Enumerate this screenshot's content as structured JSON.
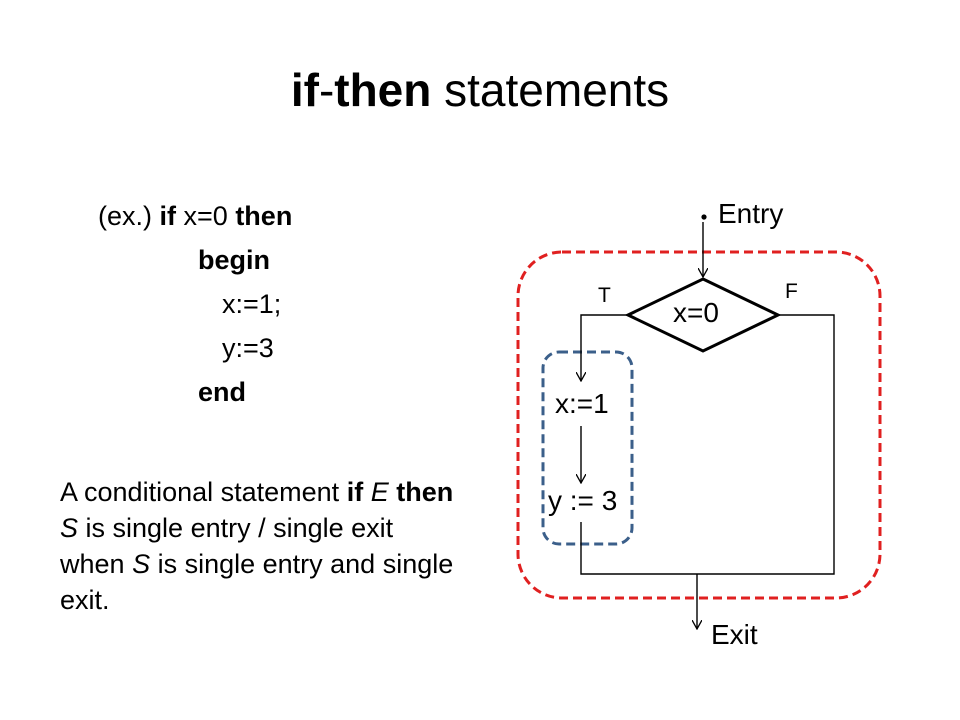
{
  "title": {
    "kw_if": "if",
    "hyphen": "-",
    "kw_then": "then",
    "rest": " statements"
  },
  "code": {
    "ex_prefix": "(ex.) ",
    "kw_if": "if",
    "cond": " x=0 ",
    "kw_then": "then",
    "kw_begin": "begin",
    "stmt1": "x:=1;",
    "stmt2": "y:=3",
    "kw_end": "end"
  },
  "paragraph": {
    "p1": "A conditional statement ",
    "kw_if": "if",
    "p2": " ",
    "var_e": "E",
    "p3": " ",
    "kw_then": "then",
    "p4": " ",
    "var_s": "S",
    "p5": " is single entry / single exit when ",
    "var_s2": "S",
    "p6": " is single entry and single exit."
  },
  "diagram": {
    "entry_label": "Entry",
    "exit_label": "Exit",
    "decision_label": "x=0",
    "true_label": "T",
    "false_label": "F",
    "stmt1_label": "x:=1",
    "stmt2_label": "y := 3",
    "colors": {
      "outer_region": "#e02020",
      "inner_region": "#3b5f8a",
      "lines": "#000000"
    }
  }
}
